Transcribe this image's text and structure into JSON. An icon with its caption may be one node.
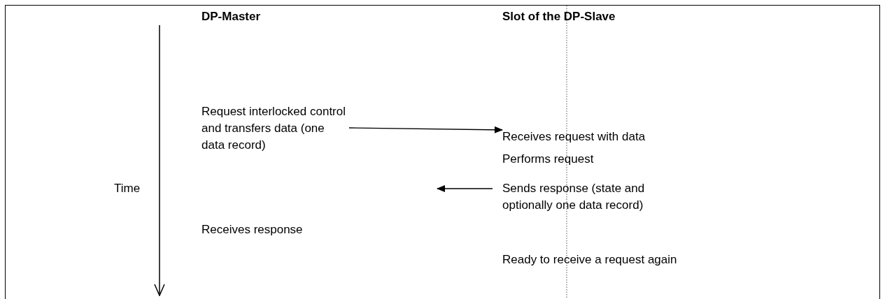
{
  "diagram": {
    "nodes": [
      {
        "text": [
          "Request interlocked control and transfers data (one data record)"
        ]
      },
      {
        "text": [
          "Receives request with data"
        ]
      },
      {
        "text": [
          "Performs request"
        ]
      },
      {
        "text": [
          "Sends response (state and optionally one data record)"
        ]
      },
      {
        "text": [
          "Receives response"
        ]
      },
      {
        "text": [
          "Ready to receive a request again"
        ]
      }
    ],
    "edges": [
      {
        "from": 0,
        "to": 1,
        "arrow": "to"
      },
      {
        "from": 3,
        "to": null,
        "arrow": "to"
      }
    ],
    "labels": [
      "DP-Master",
      "Slot of the DP-Slave",
      "Time"
    ]
  }
}
